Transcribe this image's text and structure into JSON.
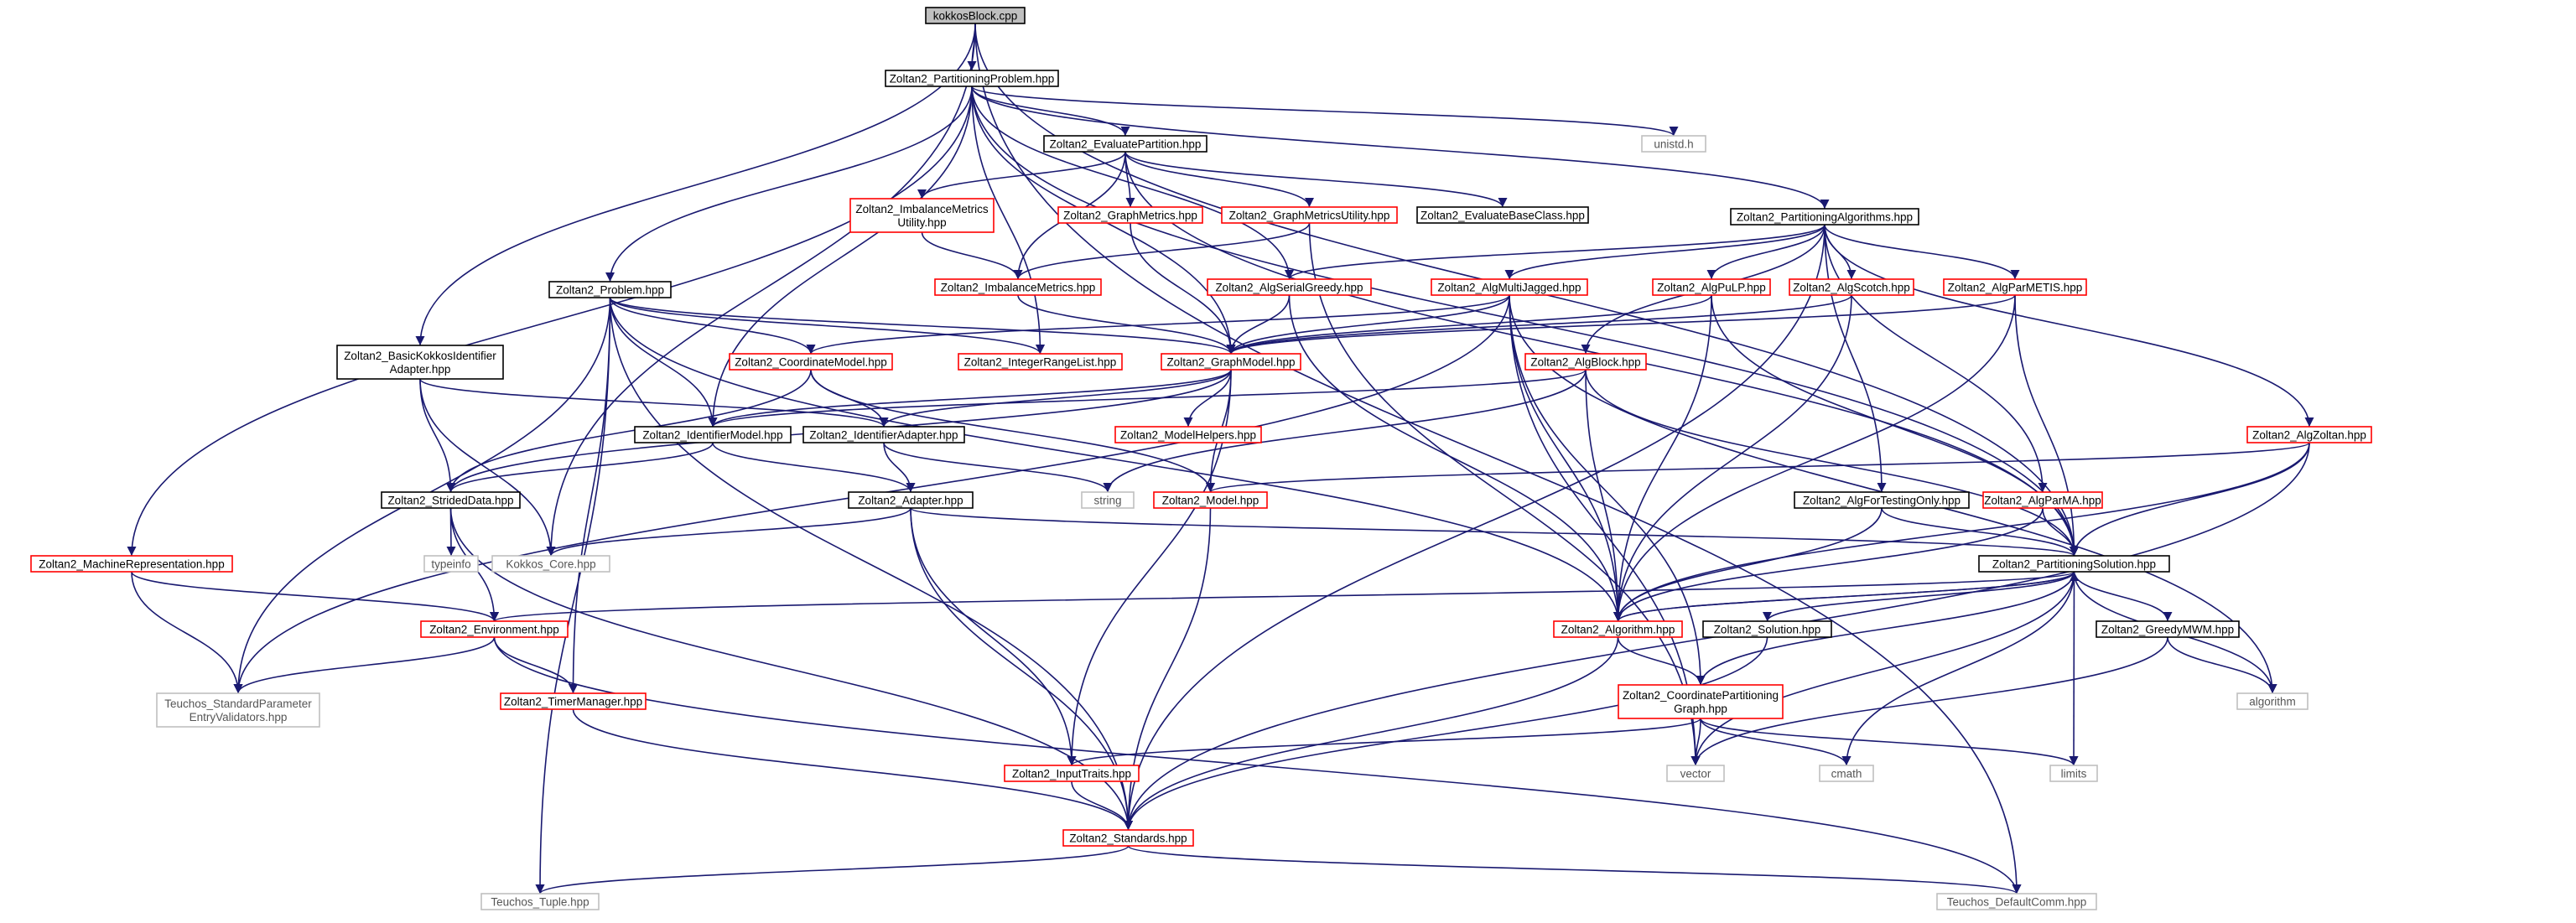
{
  "nodes": [
    {
      "id": "kokkos_block",
      "label": [
        "kokkosBlock.cpp"
      ],
      "style": "root"
    },
    {
      "id": "partitioning_problem",
      "label": [
        "Zoltan2_PartitioningProblem.hpp"
      ],
      "style": "black"
    },
    {
      "id": "evaluate_partition",
      "label": [
        "Zoltan2_EvaluatePartition.hpp"
      ],
      "style": "black"
    },
    {
      "id": "unistd",
      "label": [
        "unistd.h"
      ],
      "style": "gray"
    },
    {
      "id": "imbalance_metrics_utility",
      "label": [
        "Zoltan2_ImbalanceMetrics",
        "Utility.hpp"
      ],
      "style": "red"
    },
    {
      "id": "graph_metrics",
      "label": [
        "Zoltan2_GraphMetrics.hpp"
      ],
      "style": "red"
    },
    {
      "id": "graph_metrics_utility",
      "label": [
        "Zoltan2_GraphMetricsUtility.hpp"
      ],
      "style": "red"
    },
    {
      "id": "evaluate_base_class",
      "label": [
        "Zoltan2_EvaluateBaseClass.hpp"
      ],
      "style": "black"
    },
    {
      "id": "partitioning_algorithms",
      "label": [
        "Zoltan2_PartitioningAlgorithms.hpp"
      ],
      "style": "black"
    },
    {
      "id": "imbalance_metrics",
      "label": [
        "Zoltan2_ImbalanceMetrics.hpp"
      ],
      "style": "red"
    },
    {
      "id": "problem",
      "label": [
        "Zoltan2_Problem.hpp"
      ],
      "style": "black"
    },
    {
      "id": "alg_serial_greedy",
      "label": [
        "Zoltan2_AlgSerialGreedy.hpp"
      ],
      "style": "red"
    },
    {
      "id": "alg_multijagged",
      "label": [
        "Zoltan2_AlgMultiJagged.hpp"
      ],
      "style": "red"
    },
    {
      "id": "alg_pulp",
      "label": [
        "Zoltan2_AlgPuLP.hpp"
      ],
      "style": "red"
    },
    {
      "id": "alg_scotch",
      "label": [
        "Zoltan2_AlgScotch.hpp"
      ],
      "style": "red"
    },
    {
      "id": "alg_parmetis",
      "label": [
        "Zoltan2_AlgParMETIS.hpp"
      ],
      "style": "red"
    },
    {
      "id": "basic_kokkos_identifier_adapter",
      "label": [
        "Zoltan2_BasicKokkosIdentifier",
        "Adapter.hpp"
      ],
      "style": "black"
    },
    {
      "id": "coordinate_model",
      "label": [
        "Zoltan2_CoordinateModel.hpp"
      ],
      "style": "red"
    },
    {
      "id": "integer_range_list",
      "label": [
        "Zoltan2_IntegerRangeList.hpp"
      ],
      "style": "red"
    },
    {
      "id": "graph_model",
      "label": [
        "Zoltan2_GraphModel.hpp"
      ],
      "style": "red"
    },
    {
      "id": "alg_block",
      "label": [
        "Zoltan2_AlgBlock.hpp"
      ],
      "style": "red"
    },
    {
      "id": "identifier_model",
      "label": [
        "Zoltan2_IdentifierModel.hpp"
      ],
      "style": "black"
    },
    {
      "id": "identifier_adapter",
      "label": [
        "Zoltan2_IdentifierAdapter.hpp"
      ],
      "style": "black"
    },
    {
      "id": "model_helpers",
      "label": [
        "Zoltan2_ModelHelpers.hpp"
      ],
      "style": "red"
    },
    {
      "id": "alg_zoltan",
      "label": [
        "Zoltan2_AlgZoltan.hpp"
      ],
      "style": "red"
    },
    {
      "id": "strided_data",
      "label": [
        "Zoltan2_StridedData.hpp"
      ],
      "style": "black"
    },
    {
      "id": "adapter",
      "label": [
        "Zoltan2_Adapter.hpp"
      ],
      "style": "black"
    },
    {
      "id": "string",
      "label": [
        "string"
      ],
      "style": "gray"
    },
    {
      "id": "model",
      "label": [
        "Zoltan2_Model.hpp"
      ],
      "style": "red"
    },
    {
      "id": "alg_for_testing_only",
      "label": [
        "Zoltan2_AlgForTestingOnly.hpp"
      ],
      "style": "black"
    },
    {
      "id": "alg_parma",
      "label": [
        "Zoltan2_AlgParMA.hpp"
      ],
      "style": "red"
    },
    {
      "id": "typeinfo",
      "label": [
        "typeinfo"
      ],
      "style": "gray"
    },
    {
      "id": "kokkos_core",
      "label": [
        "Kokkos_Core.hpp"
      ],
      "style": "gray"
    },
    {
      "id": "machine_representation",
      "label": [
        "Zoltan2_MachineRepresentation.hpp"
      ],
      "style": "red"
    },
    {
      "id": "partitioning_solution",
      "label": [
        "Zoltan2_PartitioningSolution.hpp"
      ],
      "style": "black"
    },
    {
      "id": "environment",
      "label": [
        "Zoltan2_Environment.hpp"
      ],
      "style": "red"
    },
    {
      "id": "algorithm_hpp",
      "label": [
        "Zoltan2_Algorithm.hpp"
      ],
      "style": "red"
    },
    {
      "id": "solution",
      "label": [
        "Zoltan2_Solution.hpp"
      ],
      "style": "black"
    },
    {
      "id": "greedy_mwm",
      "label": [
        "Zoltan2_GreedyMWM.hpp"
      ],
      "style": "black"
    },
    {
      "id": "teuchos_spev",
      "label": [
        "Teuchos_StandardParameter",
        "EntryValidators.hpp"
      ],
      "style": "gray"
    },
    {
      "id": "algorithm_std",
      "label": [
        "algorithm"
      ],
      "style": "gray"
    },
    {
      "id": "timer_manager",
      "label": [
        "Zoltan2_TimerManager.hpp"
      ],
      "style": "red"
    },
    {
      "id": "coordinate_partitioning_graph",
      "label": [
        "Zoltan2_CoordinatePartitioning",
        "Graph.hpp"
      ],
      "style": "red"
    },
    {
      "id": "input_traits",
      "label": [
        "Zoltan2_InputTraits.hpp"
      ],
      "style": "red"
    },
    {
      "id": "vector",
      "label": [
        "vector"
      ],
      "style": "gray"
    },
    {
      "id": "cmath",
      "label": [
        "cmath"
      ],
      "style": "gray"
    },
    {
      "id": "limits",
      "label": [
        "limits"
      ],
      "style": "gray"
    },
    {
      "id": "standards",
      "label": [
        "Zoltan2_Standards.hpp"
      ],
      "style": "red"
    },
    {
      "id": "teuchos_tuple",
      "label": [
        "Teuchos_Tuple.hpp"
      ],
      "style": "gray"
    },
    {
      "id": "teuchos_default_comm",
      "label": [
        "Teuchos_DefaultComm.hpp"
      ],
      "style": "gray"
    }
  ],
  "edges": [
    [
      "kokkos_block",
      "partitioning_problem"
    ],
    [
      "kokkos_block",
      "basic_kokkos_identifier_adapter"
    ],
    [
      "kokkos_block",
      "kokkos_core"
    ],
    [
      "kokkos_block",
      "partitioning_solution"
    ],
    [
      "kokkos_block",
      "teuchos_default_comm"
    ],
    [
      "partitioning_problem",
      "evaluate_partition"
    ],
    [
      "partitioning_problem",
      "unistd"
    ],
    [
      "partitioning_problem",
      "partitioning_algorithms"
    ],
    [
      "partitioning_problem",
      "problem"
    ],
    [
      "partitioning_problem",
      "machine_representation"
    ],
    [
      "partitioning_problem",
      "identifier_model"
    ],
    [
      "partitioning_problem",
      "integer_range_list"
    ],
    [
      "partitioning_problem",
      "graph_model"
    ],
    [
      "partitioning_problem",
      "partitioning_solution"
    ],
    [
      "partitioning_problem",
      "alg_serial_greedy"
    ],
    [
      "evaluate_partition",
      "imbalance_metrics_utility"
    ],
    [
      "evaluate_partition",
      "graph_metrics"
    ],
    [
      "evaluate_partition",
      "graph_metrics_utility"
    ],
    [
      "evaluate_partition",
      "evaluate_base_class"
    ],
    [
      "evaluate_partition",
      "imbalance_metrics"
    ],
    [
      "evaluate_partition",
      "partitioning_solution"
    ],
    [
      "imbalance_metrics_utility",
      "imbalance_metrics"
    ],
    [
      "graph_metrics",
      "graph_model"
    ],
    [
      "graph_metrics_utility",
      "imbalance_metrics"
    ],
    [
      "graph_metrics_utility",
      "vector"
    ],
    [
      "imbalance_metrics",
      "graph_model"
    ],
    [
      "partitioning_algorithms",
      "alg_serial_greedy"
    ],
    [
      "partitioning_algorithms",
      "alg_multijagged"
    ],
    [
      "partitioning_algorithms",
      "alg_pulp"
    ],
    [
      "partitioning_algorithms",
      "alg_scotch"
    ],
    [
      "partitioning_algorithms",
      "alg_parmetis"
    ],
    [
      "partitioning_algorithms",
      "alg_block"
    ],
    [
      "partitioning_algorithms",
      "alg_zoltan"
    ],
    [
      "partitioning_algorithms",
      "alg_for_testing_only"
    ],
    [
      "partitioning_algorithms",
      "alg_parma"
    ],
    [
      "partitioning_algorithms",
      "standards"
    ],
    [
      "problem",
      "teuchos_tuple"
    ],
    [
      "problem",
      "teuchos_spev"
    ],
    [
      "problem",
      "coordinate_model"
    ],
    [
      "problem",
      "integer_range_list"
    ],
    [
      "problem",
      "graph_model"
    ],
    [
      "problem",
      "identifier_model"
    ],
    [
      "problem",
      "algorithm_hpp"
    ],
    [
      "problem",
      "timer_manager"
    ],
    [
      "problem",
      "standards"
    ],
    [
      "alg_serial_greedy",
      "graph_model"
    ],
    [
      "alg_serial_greedy",
      "algorithm_hpp"
    ],
    [
      "alg_multijagged",
      "graph_model"
    ],
    [
      "alg_multijagged",
      "coordinate_model"
    ],
    [
      "alg_multijagged",
      "teuchos_spev"
    ],
    [
      "alg_multijagged",
      "algorithm_hpp"
    ],
    [
      "alg_multijagged",
      "vector"
    ],
    [
      "alg_multijagged",
      "coordinate_partitioning_graph"
    ],
    [
      "alg_multijagged",
      "algorithm_std"
    ],
    [
      "alg_pulp",
      "graph_model"
    ],
    [
      "alg_pulp",
      "algorithm_hpp"
    ],
    [
      "alg_pulp",
      "partitioning_solution"
    ],
    [
      "alg_scotch",
      "graph_model"
    ],
    [
      "alg_scotch",
      "algorithm_hpp"
    ],
    [
      "alg_parmetis",
      "graph_model"
    ],
    [
      "alg_parmetis",
      "algorithm_hpp"
    ],
    [
      "alg_parmetis",
      "partitioning_solution"
    ],
    [
      "basic_kokkos_identifier_adapter",
      "identifier_adapter"
    ],
    [
      "basic_kokkos_identifier_adapter",
      "strided_data"
    ],
    [
      "basic_kokkos_identifier_adapter",
      "kokkos_core"
    ],
    [
      "coordinate_model",
      "strided_data"
    ],
    [
      "coordinate_model",
      "identifier_adapter"
    ],
    [
      "coordinate_model",
      "model"
    ],
    [
      "graph_model",
      "identifier_model"
    ],
    [
      "graph_model",
      "identifier_adapter"
    ],
    [
      "graph_model",
      "model_helpers"
    ],
    [
      "graph_model",
      "model"
    ],
    [
      "graph_model",
      "input_traits"
    ],
    [
      "graph_model",
      "strided_data"
    ],
    [
      "alg_block",
      "string"
    ],
    [
      "alg_block",
      "algorithm_hpp"
    ],
    [
      "alg_block",
      "partitioning_solution"
    ],
    [
      "alg_block",
      "identifier_model"
    ],
    [
      "identifier_model",
      "strided_data"
    ],
    [
      "identifier_model",
      "adapter"
    ],
    [
      "identifier_adapter",
      "adapter"
    ],
    [
      "identifier_adapter",
      "string"
    ],
    [
      "alg_zoltan",
      "model"
    ],
    [
      "alg_zoltan",
      "algorithm_hpp"
    ],
    [
      "alg_zoltan",
      "partitioning_solution"
    ],
    [
      "alg_zoltan",
      "standards"
    ],
    [
      "strided_data",
      "typeinfo"
    ],
    [
      "strided_data",
      "environment"
    ],
    [
      "strided_data",
      "standards"
    ],
    [
      "adapter",
      "kokkos_core"
    ],
    [
      "adapter",
      "partitioning_solution"
    ],
    [
      "adapter",
      "input_traits"
    ],
    [
      "adapter",
      "standards"
    ],
    [
      "model",
      "standards"
    ],
    [
      "alg_for_testing_only",
      "algorithm_hpp"
    ],
    [
      "alg_for_testing_only",
      "partitioning_solution"
    ],
    [
      "alg_parma",
      "algorithm_hpp"
    ],
    [
      "alg_parma",
      "partitioning_solution"
    ],
    [
      "machine_representation",
      "environment"
    ],
    [
      "machine_representation",
      "teuchos_spev"
    ],
    [
      "partitioning_solution",
      "environment"
    ],
    [
      "partitioning_solution",
      "algorithm_hpp"
    ],
    [
      "partitioning_solution",
      "solution"
    ],
    [
      "partitioning_solution",
      "greedy_mwm"
    ],
    [
      "partitioning_solution",
      "coordinate_partitioning_graph"
    ],
    [
      "partitioning_solution",
      "vector"
    ],
    [
      "partitioning_solution",
      "cmath"
    ],
    [
      "partitioning_solution",
      "limits"
    ],
    [
      "partitioning_solution",
      "algorithm_std"
    ],
    [
      "environment",
      "teuchos_spev"
    ],
    [
      "environment",
      "timer_manager"
    ],
    [
      "environment",
      "teuchos_default_comm"
    ],
    [
      "algorithm_hpp",
      "partitioning_solution"
    ],
    [
      "algorithm_hpp",
      "coordinate_partitioning_graph"
    ],
    [
      "algorithm_hpp",
      "standards"
    ],
    [
      "solution",
      "standards"
    ],
    [
      "greedy_mwm",
      "algorithm_std"
    ],
    [
      "greedy_mwm",
      "vector"
    ],
    [
      "timer_manager",
      "standards"
    ],
    [
      "coordinate_partitioning_graph",
      "input_traits"
    ],
    [
      "coordinate_partitioning_graph",
      "vector"
    ],
    [
      "coordinate_partitioning_graph",
      "cmath"
    ],
    [
      "coordinate_partitioning_graph",
      "limits"
    ],
    [
      "input_traits",
      "standards"
    ],
    [
      "standards",
      "teuchos_tuple"
    ],
    [
      "standards",
      "teuchos_default_comm"
    ]
  ],
  "colors": {
    "edge": "#191970",
    "root_fill": "#bfbfbf",
    "black_border": "#000000",
    "red_border": "#ff0000",
    "gray_border": "#bfbfbf",
    "gray_text": "#555555",
    "text": "#000000"
  }
}
